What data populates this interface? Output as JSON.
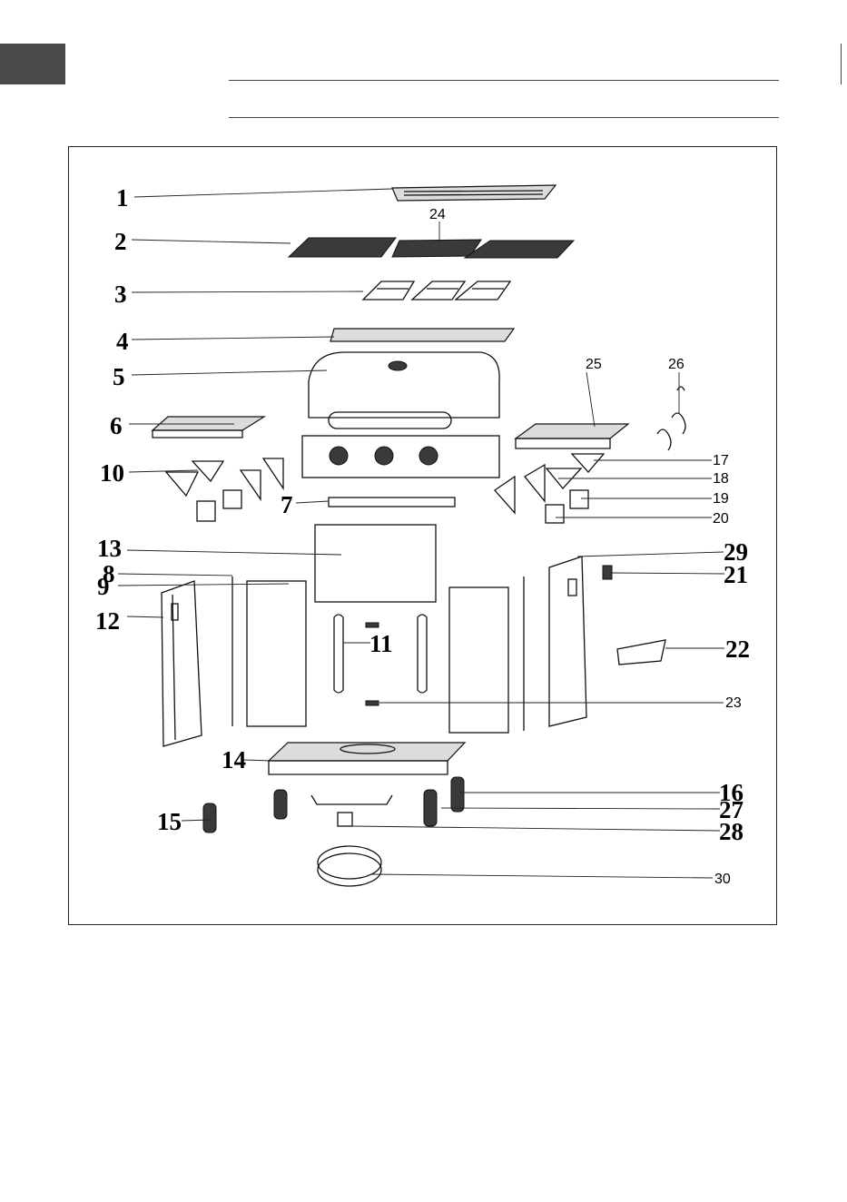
{
  "page": {
    "rules": 2
  },
  "diagram": {
    "parts": [
      {
        "n": "1",
        "style": "serif"
      },
      {
        "n": "2",
        "style": "serif"
      },
      {
        "n": "3",
        "style": "serif"
      },
      {
        "n": "4",
        "style": "serif"
      },
      {
        "n": "5",
        "style": "serif"
      },
      {
        "n": "6",
        "style": "serif"
      },
      {
        "n": "7",
        "style": "serif"
      },
      {
        "n": "8",
        "style": "serif"
      },
      {
        "n": "9",
        "style": "serif"
      },
      {
        "n": "10",
        "style": "serif"
      },
      {
        "n": "11",
        "style": "serif"
      },
      {
        "n": "12",
        "style": "serif"
      },
      {
        "n": "13",
        "style": "serif"
      },
      {
        "n": "14",
        "style": "serif"
      },
      {
        "n": "15",
        "style": "serif"
      },
      {
        "n": "16",
        "style": "serif"
      },
      {
        "n": "17",
        "style": "sans"
      },
      {
        "n": "18",
        "style": "sans"
      },
      {
        "n": "19",
        "style": "sans"
      },
      {
        "n": "20",
        "style": "sans"
      },
      {
        "n": "21",
        "style": "serif"
      },
      {
        "n": "22",
        "style": "serif"
      },
      {
        "n": "23",
        "style": "sans"
      },
      {
        "n": "24",
        "style": "sans"
      },
      {
        "n": "25",
        "style": "sans"
      },
      {
        "n": "26",
        "style": "sans"
      },
      {
        "n": "27",
        "style": "serif"
      },
      {
        "n": "28",
        "style": "serif"
      },
      {
        "n": "29",
        "style": "serif"
      },
      {
        "n": "30",
        "style": "sans"
      }
    ]
  }
}
